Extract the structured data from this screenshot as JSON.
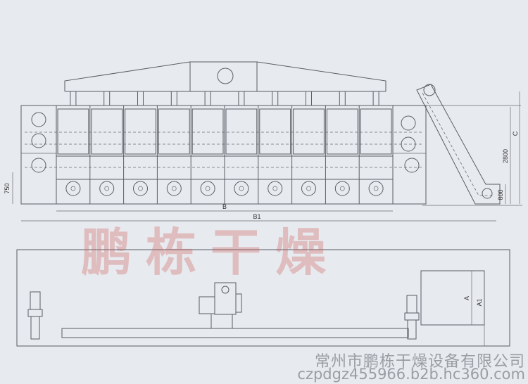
{
  "title": "鹏栋干燥 belt dryer drawing",
  "watermark": "鹏栋干燥",
  "footer": {
    "company": "常州市鹏栋干燥设备有限公司",
    "url": "czpdgz455966.b2b.hc360.com"
  },
  "dimensions": {
    "height_750": "750",
    "length_B": "B",
    "length_B1": "B1",
    "height_2800": "2800",
    "height_C": "C",
    "height_800": "800",
    "width_A": "A",
    "width_A1": "A1"
  },
  "drying_cells": 10
}
